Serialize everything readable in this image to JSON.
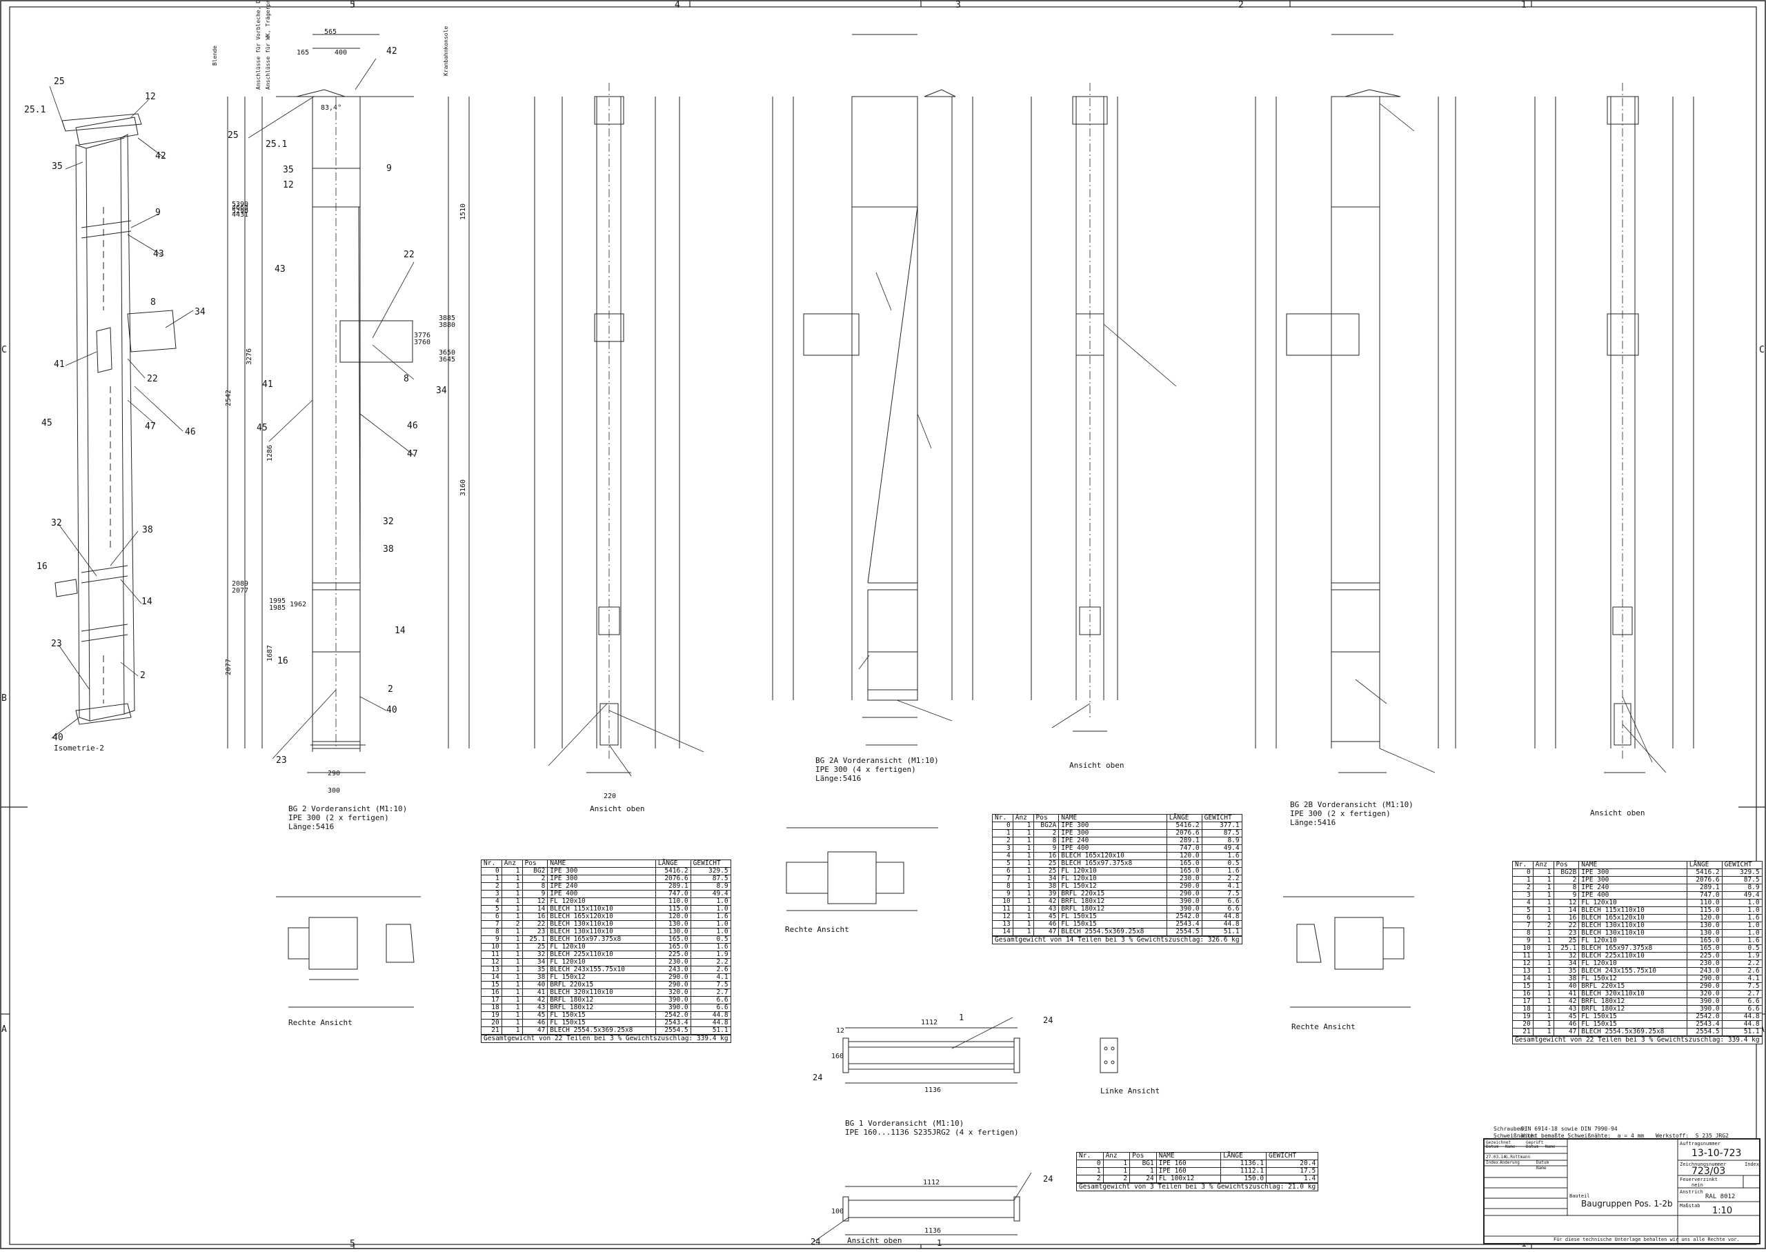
{
  "border": {
    "zones_top": [
      "5",
      "4",
      "3",
      "2",
      "1"
    ],
    "zones_bottom": [
      "5",
      "4",
      "3",
      "2",
      "1"
    ],
    "zones_side": [
      "C",
      "B",
      "A"
    ]
  },
  "views": [
    {
      "id": "iso",
      "caption": "Isometrie-2"
    },
    {
      "id": "bg2",
      "caption": "BG 2 Vorderansicht (M1:10)\nIPE 300 (2 x fertigen)\nLänge:5416"
    },
    {
      "id": "bg2-top",
      "caption": "Ansicht oben"
    },
    {
      "id": "bg2a",
      "caption": "BG 2A Vorderansicht (M1:10)\nIPE 300 (4 x fertigen)\nLänge:5416"
    },
    {
      "id": "bg2a-top",
      "caption": "Ansicht oben"
    },
    {
      "id": "bg2b",
      "caption": "BG 2B Vorderansicht (M1:10)\nIPE 300 (2 x fertigen)\nLänge:5416"
    },
    {
      "id": "bg2b-top",
      "caption": "Ansicht oben"
    },
    {
      "id": "bg2-right",
      "caption": "Rechte Ansicht"
    },
    {
      "id": "bg2a-right",
      "caption": "Rechte Ansicht"
    },
    {
      "id": "bg2b-right",
      "caption": "Rechte Ansicht"
    },
    {
      "id": "bg1",
      "caption": "BG 1 Vorderansicht (M1:10)\nIPE 160...1136 S235JRG2 (4 x fertigen)"
    },
    {
      "id": "bg1-left",
      "caption": "Linke Ansicht"
    },
    {
      "id": "bg1-top",
      "caption": "Ansicht oben"
    }
  ],
  "balloons": {
    "iso": [
      "25",
      "25.1",
      "12",
      "35",
      "42",
      "9",
      "43",
      "8",
      "34",
      "41",
      "22",
      "45",
      "47",
      "46",
      "32",
      "38",
      "16",
      "14",
      "23",
      "2",
      "40"
    ],
    "bg2": [
      "42",
      "25",
      "25.1",
      "35",
      "12",
      "9",
      "43",
      "22",
      "41",
      "45",
      "46",
      "47",
      "8",
      "34",
      "32",
      "38",
      "14",
      "16",
      "2",
      "40",
      "23"
    ]
  },
  "dims": {
    "top_width": "565",
    "top_inner": "400",
    "top_left": "165",
    "sheet_dims": [
      "5390",
      "5290",
      "4663",
      "4431",
      "3776",
      "3760",
      "3650",
      "3645",
      "3885",
      "3880",
      "2089",
      "2077",
      "1995",
      "1985",
      "1962",
      "3160",
      "1510",
      "1286",
      "1687",
      "2077",
      "2542",
      "3276"
    ],
    "bottom_w1": "290",
    "bottom_w2": "300",
    "bottom_w3": "220",
    "slope": "83,4°"
  },
  "vert_labels": [
    "Blende",
    "Anschlüsse für Vorbleche, Druckseite horizontal und in DN",
    "Anschlüsse für WK, Trägerprofil",
    "Kranbahnkonsole"
  ],
  "bom_bg2": {
    "headers": [
      "Nr.",
      "Anz",
      "Pos",
      "NAME",
      "LÄNGE",
      "GEWICHT"
    ],
    "rows": [
      [
        "0",
        "1",
        "BG2",
        "IPE 300",
        "5416.2",
        "329.5"
      ],
      [
        "1",
        "1",
        "2",
        "IPE 300",
        "2076.6",
        "87.5"
      ],
      [
        "2",
        "1",
        "8",
        "IPE 240",
        "289.1",
        "8.9"
      ],
      [
        "3",
        "1",
        "9",
        "IPE 400",
        "747.0",
        "49.4"
      ],
      [
        "4",
        "1",
        "12",
        "FL 120x10",
        "110.0",
        "1.0"
      ],
      [
        "5",
        "1",
        "14",
        "BLECH 115x110x10",
        "115.0",
        "1.0"
      ],
      [
        "6",
        "1",
        "16",
        "BLECH 165x120x10",
        "120.0",
        "1.6"
      ],
      [
        "7",
        "2",
        "22",
        "BLECH 130x110x10",
        "130.0",
        "1.0"
      ],
      [
        "8",
        "1",
        "23",
        "BLECH 130x110x10",
        "130.0",
        "1.0"
      ],
      [
        "9",
        "1",
        "25.1",
        "BLECH 165x97.375x8",
        "165.0",
        "0.5"
      ],
      [
        "10",
        "1",
        "25",
        "FL 120x10",
        "165.0",
        "1.6"
      ],
      [
        "11",
        "1",
        "32",
        "BLECH 225x110x10",
        "225.0",
        "1.9"
      ],
      [
        "12",
        "1",
        "34",
        "FL 120x10",
        "230.0",
        "2.2"
      ],
      [
        "13",
        "1",
        "35",
        "BLECH 243x155.75x10",
        "243.0",
        "2.6"
      ],
      [
        "14",
        "1",
        "38",
        "FL 150x12",
        "290.0",
        "4.1"
      ],
      [
        "15",
        "1",
        "40",
        "BRFL 220x15",
        "290.0",
        "7.5"
      ],
      [
        "16",
        "1",
        "41",
        "BLECH 320x110x10",
        "320.0",
        "2.7"
      ],
      [
        "17",
        "1",
        "42",
        "BRFL 180x12",
        "390.0",
        "6.6"
      ],
      [
        "18",
        "1",
        "43",
        "BRFL 180x12",
        "390.0",
        "6.6"
      ],
      [
        "19",
        "1",
        "45",
        "FL 150x15",
        "2542.0",
        "44.8"
      ],
      [
        "20",
        "1",
        "46",
        "FL 150x15",
        "2543.4",
        "44.8"
      ],
      [
        "21",
        "1",
        "47",
        "BLECH 2554.5x369.25x8",
        "2554.5",
        "51.1"
      ]
    ],
    "footer": "Gesamtgewicht von 22  Teilen bei 3 % Gewichtszuschlag: 339.4 kg"
  },
  "bom_bg2a": {
    "headers": [
      "Nr.",
      "Anz",
      "Pos",
      "NAME",
      "LÄNGE",
      "GEWICHT"
    ],
    "rows": [
      [
        "0",
        "1",
        "BG2A",
        "IPE 300",
        "5416.2",
        "377.1"
      ],
      [
        "1",
        "1",
        "2",
        "IPE 300",
        "2076.6",
        "87.5"
      ],
      [
        "2",
        "1",
        "8",
        "IPE 240",
        "289.1",
        "8.9"
      ],
      [
        "3",
        "1",
        "9",
        "IPE 400",
        "747.0",
        "49.4"
      ],
      [
        "4",
        "1",
        "16",
        "BLECH 165x120x10",
        "120.0",
        "1.6"
      ],
      [
        "5",
        "1",
        "25",
        "BLECH 165x97.375x8",
        "165.0",
        "0.5"
      ],
      [
        "6",
        "1",
        "25",
        "FL 120x10",
        "165.0",
        "1.6"
      ],
      [
        "7",
        "1",
        "34",
        "FL 120x10",
        "230.0",
        "2.2"
      ],
      [
        "8",
        "1",
        "38",
        "FL 150x12",
        "290.0",
        "4.1"
      ],
      [
        "9",
        "1",
        "39",
        "BRFL 220x15",
        "290.0",
        "7.5"
      ],
      [
        "10",
        "1",
        "42",
        "BRFL 180x12",
        "390.0",
        "6.6"
      ],
      [
        "11",
        "1",
        "43",
        "BRFL 180x12",
        "390.0",
        "6.6"
      ],
      [
        "12",
        "1",
        "45",
        "FL 150x15",
        "2542.0",
        "44.8"
      ],
      [
        "13",
        "1",
        "46",
        "FL 150x15",
        "2543.4",
        "44.8"
      ],
      [
        "14",
        "1",
        "47",
        "BLECH 2554.5x369.25x8",
        "2554.5",
        "51.1"
      ]
    ],
    "footer": "Gesamtgewicht von 14  Teilen bei 3 % Gewichtszuschlag: 326.6 kg"
  },
  "bom_bg2b": {
    "headers": [
      "Nr.",
      "Anz",
      "Pos",
      "NAME",
      "LÄNGE",
      "GEWICHT"
    ],
    "rows": [
      [
        "0",
        "1",
        "BG2B",
        "IPE 300",
        "5416.2",
        "329.5"
      ],
      [
        "1",
        "1",
        "2",
        "IPE 300",
        "2076.6",
        "87.5"
      ],
      [
        "2",
        "1",
        "8",
        "IPE 240",
        "289.1",
        "8.9"
      ],
      [
        "3",
        "1",
        "9",
        "IPE 400",
        "747.0",
        "49.4"
      ],
      [
        "4",
        "1",
        "12",
        "FL 120x10",
        "110.0",
        "1.0"
      ],
      [
        "5",
        "1",
        "14",
        "BLECH 115x110x10",
        "115.0",
        "1.0"
      ],
      [
        "6",
        "1",
        "16",
        "BLECH 165x120x10",
        "120.0",
        "1.6"
      ],
      [
        "7",
        "2",
        "22",
        "BLECH 130x110x10",
        "130.0",
        "1.0"
      ],
      [
        "8",
        "1",
        "23",
        "BLECH 130x110x10",
        "130.0",
        "1.0"
      ],
      [
        "9",
        "1",
        "25",
        "FL 120x10",
        "165.0",
        "1.6"
      ],
      [
        "10",
        "1",
        "25.1",
        "BLECH 165x97.375x8",
        "165.0",
        "0.5"
      ],
      [
        "11",
        "1",
        "32",
        "BLECH 225x110x10",
        "225.0",
        "1.9"
      ],
      [
        "12",
        "1",
        "34",
        "FL 120x10",
        "230.0",
        "2.2"
      ],
      [
        "13",
        "1",
        "35",
        "BLECH 243x155.75x10",
        "243.0",
        "2.6"
      ],
      [
        "14",
        "1",
        "38",
        "FL 150x12",
        "290.0",
        "4.1"
      ],
      [
        "15",
        "1",
        "40",
        "BRFL 220x15",
        "290.0",
        "7.5"
      ],
      [
        "16",
        "1",
        "41",
        "BLECH 320x110x10",
        "320.0",
        "2.7"
      ],
      [
        "17",
        "1",
        "42",
        "BRFL 180x12",
        "390.0",
        "6.6"
      ],
      [
        "18",
        "1",
        "43",
        "BRFL 180x12",
        "390.0",
        "6.6"
      ],
      [
        "19",
        "1",
        "45",
        "FL 150x15",
        "2542.0",
        "44.8"
      ],
      [
        "20",
        "1",
        "46",
        "FL 150x15",
        "2543.4",
        "44.8"
      ],
      [
        "21",
        "1",
        "47",
        "BLECH 2554.5x369.25x8",
        "2554.5",
        "51.1"
      ]
    ],
    "footer": "Gesamtgewicht von 22  Teilen bei 3 % Gewichtszuschlag: 339.4 kg"
  },
  "bom_bg1": {
    "headers": [
      "Nr.",
      "Anz",
      "Pos",
      "NAME",
      "LÄNGE",
      "GEWICHT"
    ],
    "rows": [
      [
        "0",
        "1",
        "BG1",
        "IPE 160",
        "1136.1",
        "20.4"
      ],
      [
        "1",
        "1",
        "1",
        "IPE 160",
        "1112.1",
        "17.5"
      ],
      [
        "2",
        "2",
        "24",
        "FL 100x12",
        "150.0",
        "1.4"
      ]
    ],
    "footer": "Gesamtgewicht von 3  Teilen bei 3 % Gewichtszuschlag: 21.0 kg"
  },
  "bg1_dims": {
    "len1": "1112",
    "len2": "1136",
    "end": "12",
    "h": "160",
    "w": "100",
    "balloon1": "1",
    "balloon24": "24"
  },
  "notes": {
    "schrauben_label": "Schrauben:",
    "schrauben_val": "DIN 6914-18 sowie DIN 7990-94",
    "schweiss_label": "Schweißnähte:",
    "schweiss_val": "nicht bemaßte Schweißnähte:  a = 4 mm",
    "werkstoff": "Werkstoff:  S 235 JRG2"
  },
  "titleblock": {
    "auftrag_label": "Auftragsnummer",
    "auftrag": "13-10-723",
    "zeichnung_label": "Zeichnungsnummer",
    "zeichnung": "723/03",
    "index_label": "Index",
    "feuer_label": "Feuerverzinkt",
    "feuer": "nein",
    "anstrich_label": "Anstrich",
    "anstrich": "RAL 8012",
    "massstab_label": "Maßstab",
    "massstab": "1:10",
    "benennung_label": "Bauteil",
    "benennung": "Baugruppen Pos. 1-2b",
    "gez_label": "Gezeichnet",
    "gez_datum": "Datum",
    "gez_name": "Name",
    "gepr_label": "Geprüft",
    "gepr_datum": "Datum",
    "gepr_name": "Name",
    "gez_date": "27.03.14",
    "gez_who": "G.Rottmann",
    "index_col": "Index",
    "aend_col": "Änderung",
    "datum_col": "Datum",
    "name_col": "Name",
    "footer": "Für diese technische Unterlage behalten wir uns alle Rechte vor."
  }
}
